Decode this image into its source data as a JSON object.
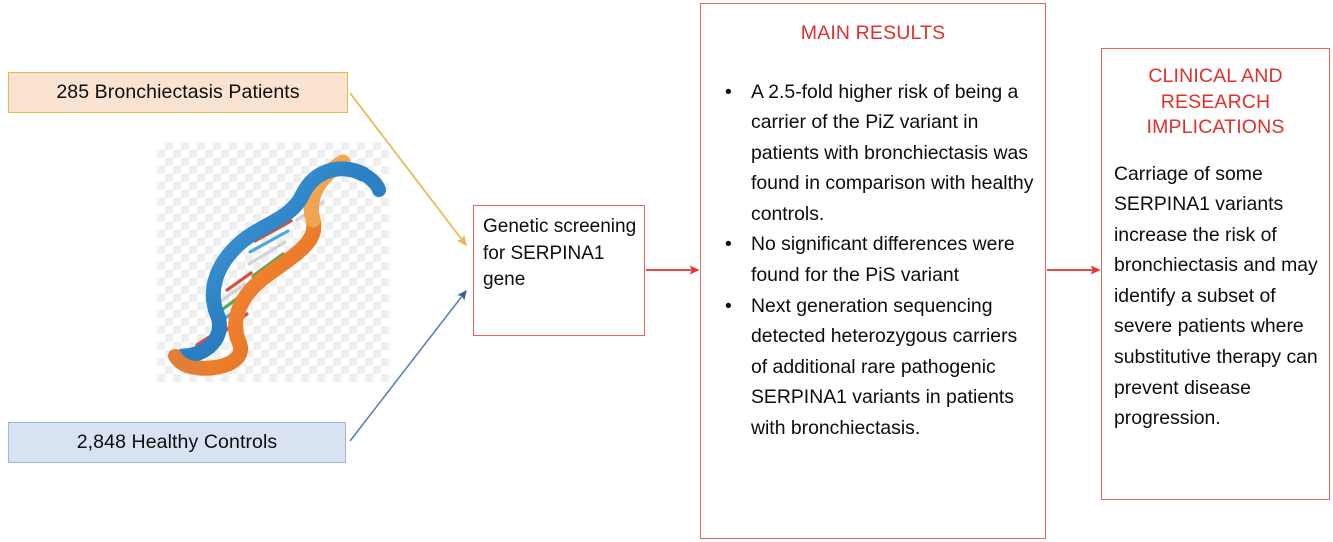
{
  "figure": {
    "type": "scientific-graphical-abstract",
    "cohorts": {
      "patients": {
        "label": "285 Bronchiectasis Patients",
        "fill": "#fbe3d2",
        "border": "#e8b84b"
      },
      "controls": {
        "label": "2,848 Healthy Controls",
        "fill": "#d8e2f3",
        "border": "#9fb6d8"
      }
    },
    "illustration": {
      "name": "dna-double-helix",
      "alt": "DNA double helix illustration on transparent checkerboard background"
    },
    "screening": {
      "text": "Genetic screening for SERPINA1 gene"
    },
    "results": {
      "title": "MAIN RESULTS",
      "title_color": "#e0312c",
      "border_color": "#e8635f",
      "bullet_glyph": "•",
      "bullets": [
        "A 2.5-fold higher risk of being a carrier of the PiZ variant in patients with bronchiectasis was found in comparison with healthy controls.",
        "No significant differences were found for the PiS variant",
        "Next generation sequencing detected heterozygous carriers of additional rare pathogenic SERPINA1 variants in patients with bronchiectasis."
      ]
    },
    "implications": {
      "title": "CLINICAL AND RESEARCH IMPLICATIONS",
      "title_color": "#e0312c",
      "border_color": "#e8635f",
      "text": "Carriage of some SERPINA1 variants increase the risk of bronchiectasis and may identify a subset of severe patients where substitutive therapy can prevent disease progression."
    },
    "arrows": {
      "patients_to_screening": {
        "color": "#e8b84b",
        "name": "patients-to-screening-arrow"
      },
      "controls_to_screening": {
        "color": "#4472a8",
        "name": "controls-to-screening-arrow"
      },
      "screening_to_results": {
        "color": "#e8312c",
        "name": "screening-to-results-arrow"
      },
      "results_to_implications": {
        "color": "#e8312c",
        "name": "results-to-implications-arrow"
      }
    }
  }
}
